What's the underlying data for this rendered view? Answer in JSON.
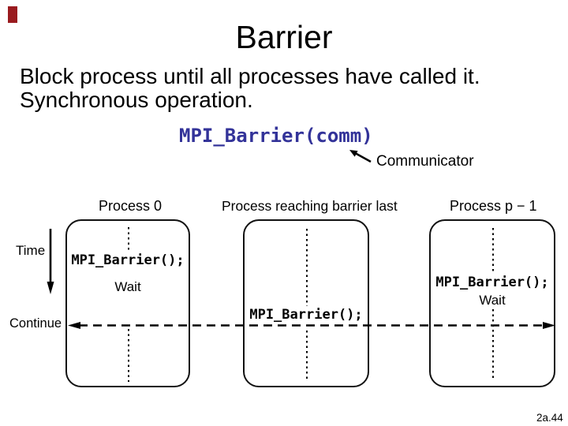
{
  "slide": {
    "title": "Barrier",
    "body_lines": [
      "Block process until all processes have called it.",
      "Synchronous operation."
    ],
    "code": "MPI_Barrier(comm)",
    "code_color": "#333399",
    "annotation": "Communicator",
    "page_number": "2a.44",
    "accent_color": "#9a1b1f",
    "ink_color": "#000000"
  },
  "diagram": {
    "time_label": "Time",
    "continue_label": "Continue",
    "processes": [
      {
        "label": "Process 0",
        "code": "MPI_Barrier();",
        "wait": "Wait"
      },
      {
        "label": "Process reaching barrier last",
        "code": "MPI_Barrier();",
        "wait": ""
      },
      {
        "label": "Process p − 1",
        "code": "MPI_Barrier();",
        "wait": "Wait"
      }
    ]
  }
}
